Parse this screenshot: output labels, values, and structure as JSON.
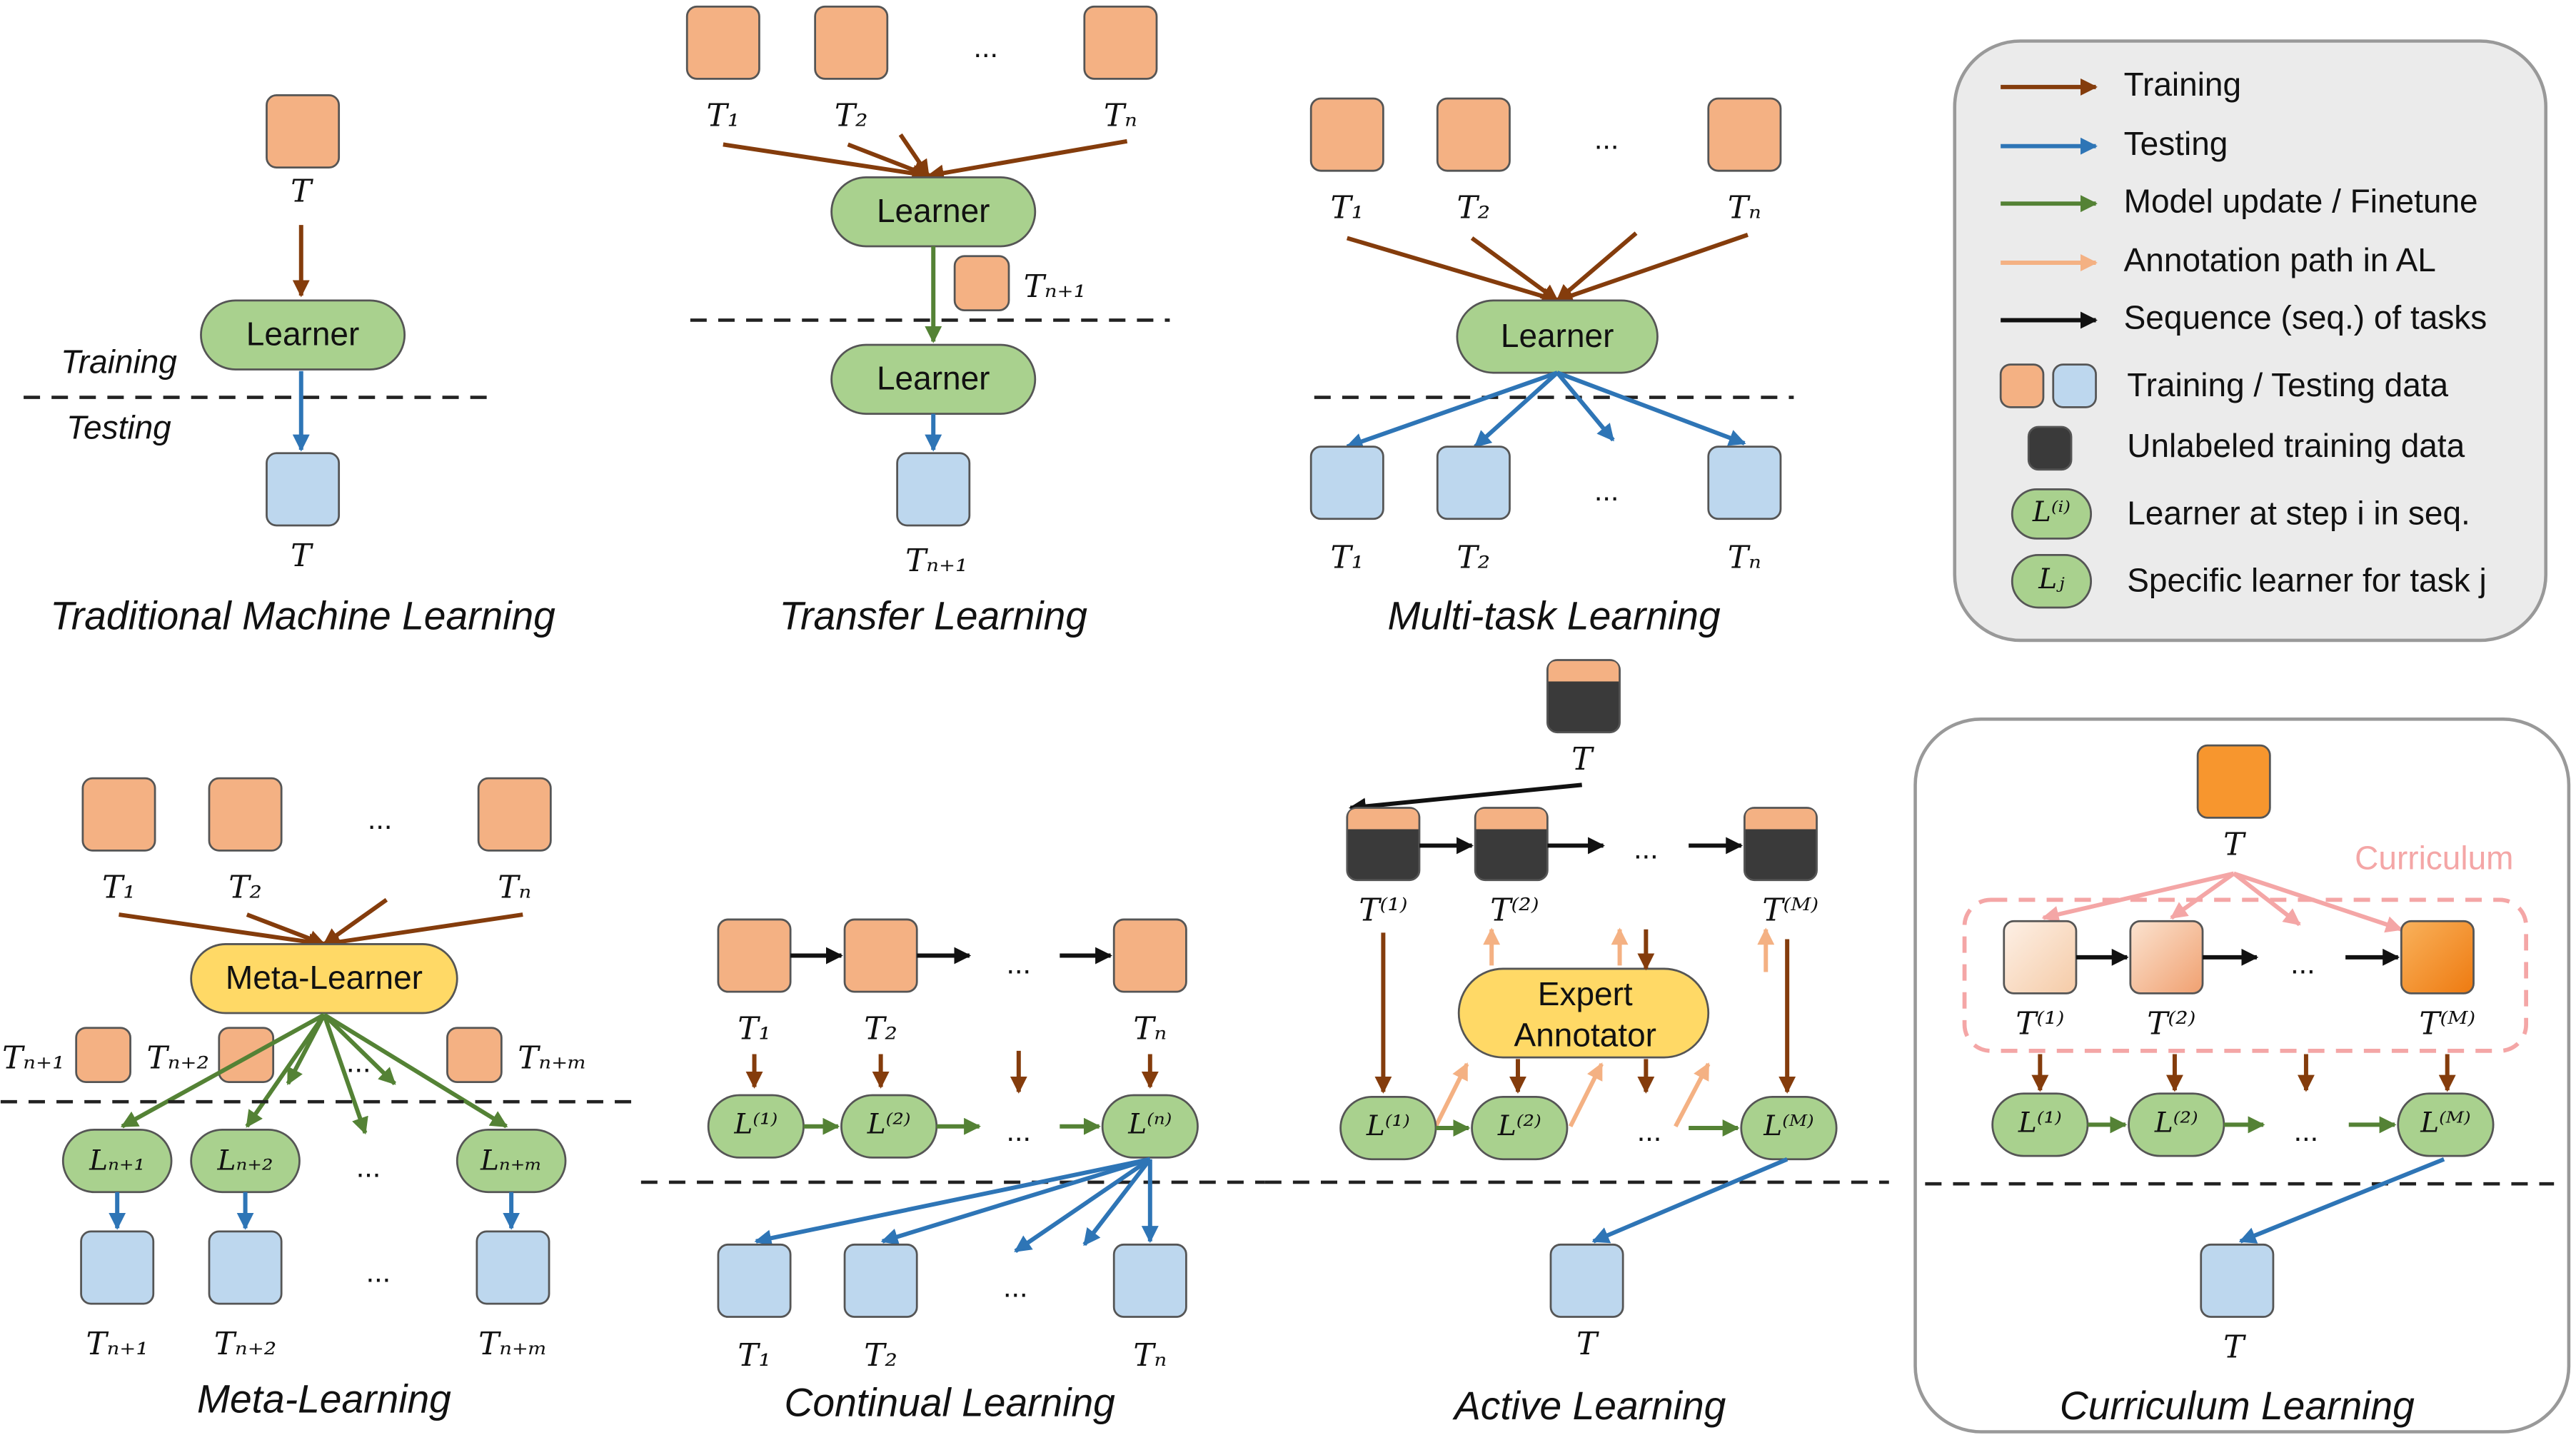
{
  "colors": {
    "training_data": "#F4B183",
    "testing_data": "#BDD7EE",
    "learner": "#A9D18E",
    "meta_learner": "#FFD966",
    "unlabeled": "#3A3A3A",
    "training_arrow": "#843C0C",
    "testing_arrow": "#2E75B6",
    "update_arrow": "#548235",
    "annotation_arrow": "#F4B183",
    "sequence_arrow": "#111111",
    "curriculum": "#F4A6A6",
    "curriculum_task": "#F7962E"
  },
  "panels": {
    "traditional": {
      "title": "Traditional Machine Learning",
      "train_task": "T",
      "test_task": "T",
      "learner": "Learner",
      "training_label": "Training",
      "testing_label": "Testing"
    },
    "transfer": {
      "title": "Transfer Learning",
      "source_tasks": [
        "T₁",
        "T₂",
        "Tₙ"
      ],
      "ellipsis": "...",
      "target_task": "Tₙ₊₁",
      "learner_source": "Learner",
      "learner_target": "Learner",
      "test_task": "Tₙ₊₁"
    },
    "multitask": {
      "title": "Multi-task Learning",
      "train_tasks": [
        "T₁",
        "T₂",
        "Tₙ"
      ],
      "test_tasks": [
        "T₁",
        "T₂",
        "Tₙ"
      ],
      "ellipsis": "...",
      "learner": "Learner"
    },
    "meta": {
      "title": "Meta-Learning",
      "train_tasks": [
        "T₁",
        "T₂",
        "Tₙ"
      ],
      "new_tasks": [
        "Tₙ₊₁",
        "Tₙ₊₂",
        "Tₙ₊ₘ"
      ],
      "learners": [
        "Lₙ₊₁",
        "Lₙ₊₂",
        "Lₙ₊ₘ"
      ],
      "test_tasks": [
        "Tₙ₊₁",
        "Tₙ₊₂",
        "Tₙ₊ₘ"
      ],
      "ellipsis": "...",
      "meta_learner": "Meta-Learner"
    },
    "continual": {
      "title": "Continual Learning",
      "train_tasks": [
        "T₁",
        "T₂",
        "Tₙ"
      ],
      "learners": [
        "L⁽¹⁾",
        "L⁽²⁾",
        "L⁽ⁿ⁾"
      ],
      "test_tasks": [
        "T₁",
        "T₂",
        "Tₙ"
      ],
      "ellipsis": "..."
    },
    "active": {
      "title": "Active Learning",
      "pool_task": "T",
      "steps": [
        "T⁽¹⁾",
        "T⁽²⁾",
        "T⁽ᴹ⁾"
      ],
      "learners": [
        "L⁽¹⁾",
        "L⁽²⁾",
        "L⁽ᴹ⁾"
      ],
      "annotator_line1": "Expert",
      "annotator_line2": "Annotator",
      "test_task": "T",
      "ellipsis": "..."
    },
    "curriculum": {
      "title": "Curriculum Learning",
      "source_task": "T",
      "curriculum_label": "Curriculum",
      "steps": [
        "T⁽¹⁾",
        "T⁽²⁾",
        "T⁽ᴹ⁾"
      ],
      "learners": [
        "L⁽¹⁾",
        "L⁽²⁾",
        "L⁽ᴹ⁾"
      ],
      "test_task": "T",
      "ellipsis": "..."
    }
  },
  "legend": {
    "training": "Training",
    "testing": "Testing",
    "model_update": "Model update / Finetune",
    "annotation": "Annotation path in AL",
    "sequence": "Sequence (seq.) of tasks",
    "data": "Training / Testing data",
    "unlabeled": "Unlabeled training data",
    "learner_step_icon": "L⁽ⁱ⁾",
    "learner_step": "Learner at step i in seq.",
    "learner_task_icon": "Lⱼ",
    "learner_task": "Specific learner for task j"
  }
}
